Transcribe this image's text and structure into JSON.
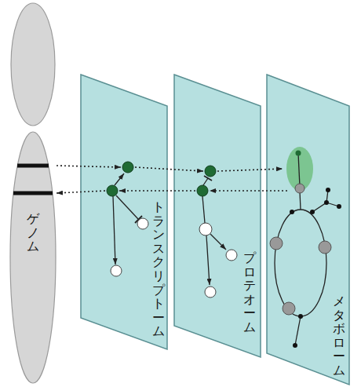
{
  "diagram": {
    "nodes": [
      {
        "text": [
          "ゲノム"
        ]
      },
      {
        "text": [
          "トランスクリプトーム"
        ]
      },
      {
        "text": [
          "プロテオーム"
        ]
      },
      {
        "text": [
          "メタボローム"
        ]
      }
    ],
    "edges": [
      {
        "from": 0,
        "to": 1,
        "arrow": "to"
      },
      {
        "from": 1,
        "to": 2,
        "arrow": "to"
      },
      {
        "from": 2,
        "to": 3,
        "arrow": "to"
      },
      {
        "from": 3,
        "to": 2,
        "arrow": "to"
      },
      {
        "from": 2,
        "to": 1,
        "arrow": "to"
      },
      {
        "from": 1,
        "to": 0,
        "arrow": "to"
      }
    ]
  }
}
